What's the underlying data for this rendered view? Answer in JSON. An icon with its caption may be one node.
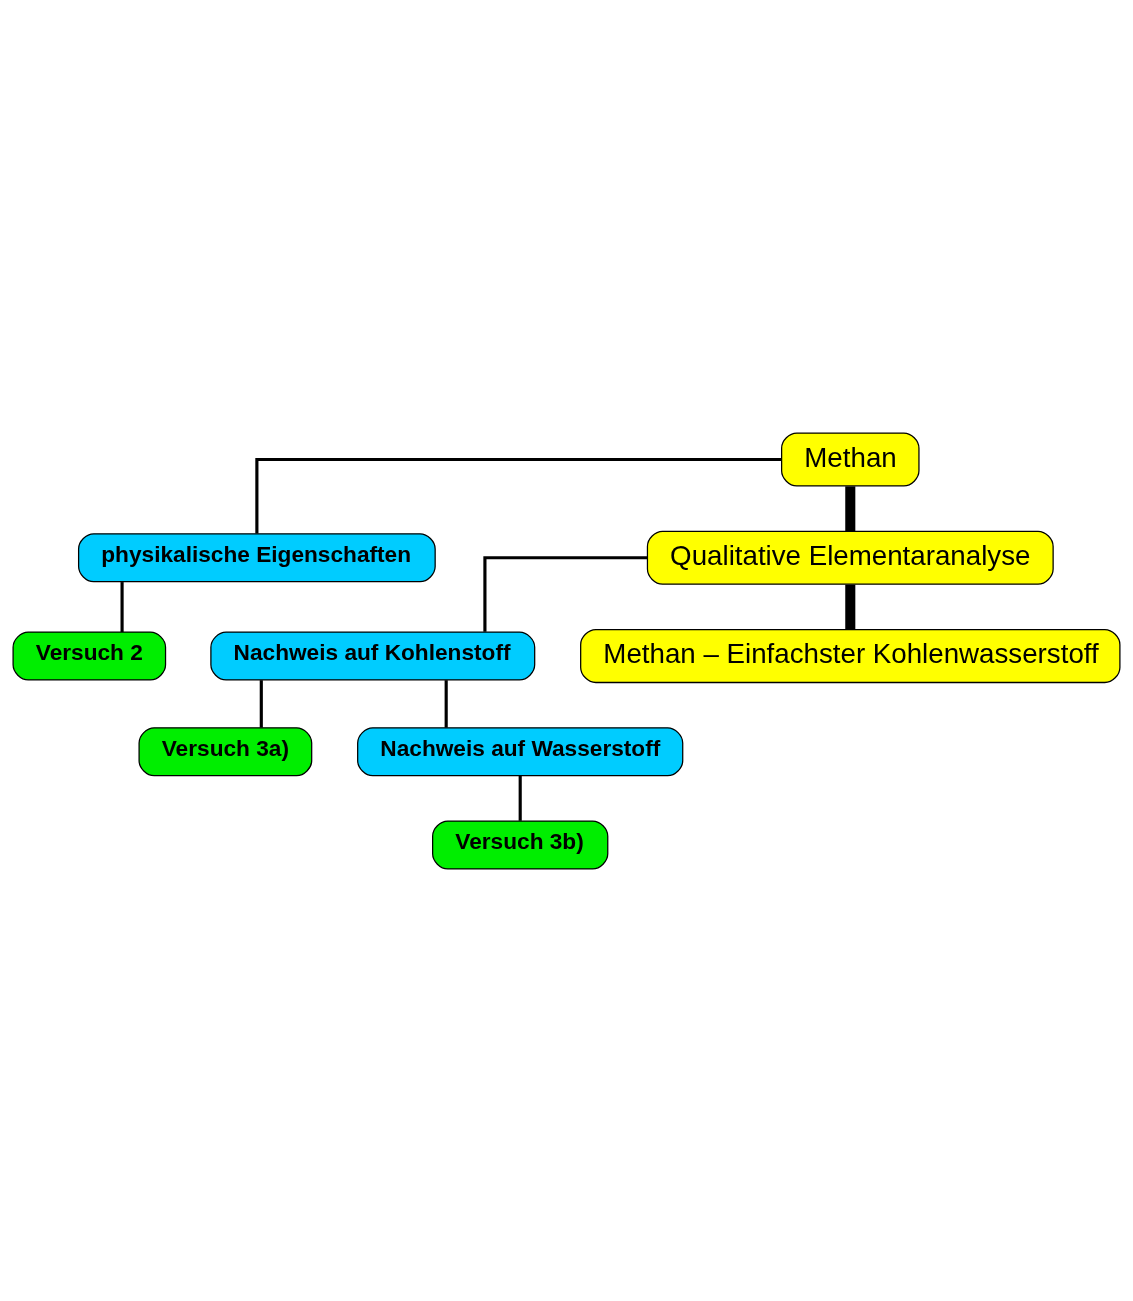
{
  "diagram": {
    "nodes": [
      {
        "text": [
          "Methan"
        ]
      },
      {
        "text": [
          "physikalische Eigenschaften"
        ]
      },
      {
        "text": [
          "Versuch 2"
        ]
      },
      {
        "text": [
          "Qualitative Elementaranalyse"
        ]
      },
      {
        "text": [
          "Nachweis auf Kohlenstoff"
        ]
      },
      {
        "text": [
          "Versuch 3a)"
        ]
      },
      {
        "text": [
          "Nachweis auf Wasserstoff"
        ]
      },
      {
        "text": [
          "Versuch 3b)"
        ]
      },
      {
        "text": [
          "Methan – Einfachster Kohlenwasserstoff"
        ]
      }
    ],
    "edges": [
      {
        "from": 0,
        "to": 3,
        "arrow": "none",
        "style": "thick"
      },
      {
        "from": 0,
        "to": 1,
        "arrow": "none"
      },
      {
        "from": 1,
        "to": 2,
        "arrow": "none"
      },
      {
        "from": 3,
        "to": 8,
        "arrow": "none",
        "style": "thick"
      },
      {
        "from": 3,
        "to": 4,
        "arrow": "none"
      },
      {
        "from": 4,
        "to": 5,
        "arrow": "none"
      },
      {
        "from": 4,
        "to": 6,
        "arrow": "none"
      },
      {
        "from": 6,
        "to": 7,
        "arrow": "none"
      }
    ]
  }
}
